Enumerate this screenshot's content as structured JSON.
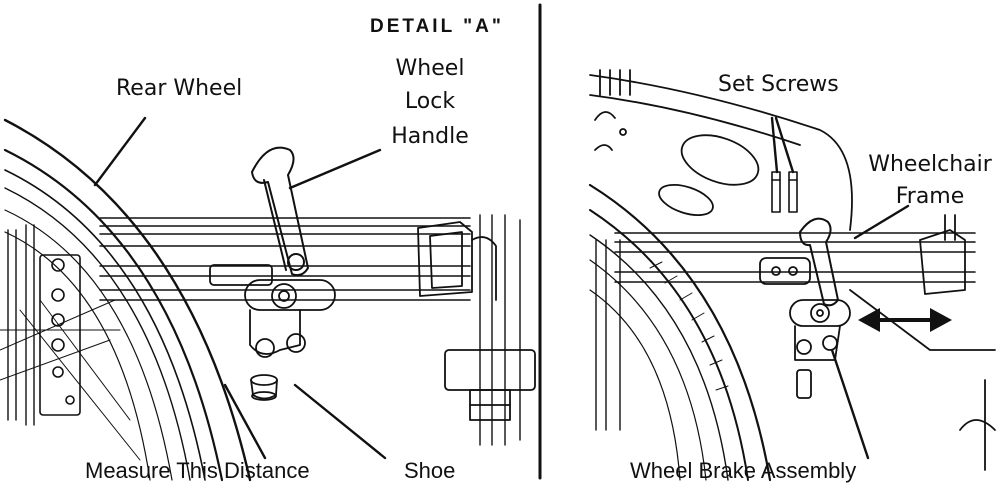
{
  "detail_title": "DETAIL \"A\"",
  "left_panel": {
    "labels": {
      "rear_wheel": "Rear Wheel",
      "lock_handle_l1": "Wheel",
      "lock_handle_l2": "Lock",
      "lock_handle_l3": "Handle",
      "measure": "Measure This Distance",
      "shoe": "Shoe"
    }
  },
  "right_panel": {
    "labels": {
      "set_screws": "Set Screws",
      "frame_l1": "Wheelchair",
      "frame_l2": "Frame",
      "brake_assembly": "Wheel Brake Assembly"
    }
  }
}
